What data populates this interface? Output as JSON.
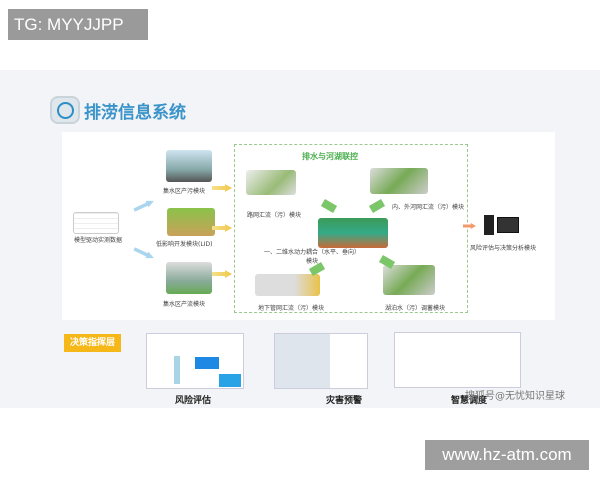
{
  "overlay_tag": "TG: MYYJJPP",
  "title": "排涝信息系统",
  "diagram": {
    "inputs": {
      "data": "模型驱动实测数据",
      "top": "集水区产污模块",
      "middle": "低影响开发模块(LID)",
      "bottom": "集水区产流模块"
    },
    "group_title": "排水与河湖联控",
    "modules": [
      "路网汇流（污）模块",
      "内、外河网汇流（污）模块",
      "一、二维水动力耦合（水平、垂向）模块",
      "地下管网汇流（污）模块",
      "湖泊水（污）调蓄模块"
    ],
    "output": "风险评估与决策分析模块"
  },
  "command_layer": {
    "label": "决策指挥层",
    "screens": [
      "风险评估",
      "灾害预警",
      "智慧调度"
    ]
  },
  "watermark_sohu": "搜狐号@无忧知识星球",
  "watermark_site": "www.hz-atm.com",
  "colors": {
    "title": "#3a93c9",
    "command": "#f6b718",
    "group_border": "#9bc98a"
  }
}
